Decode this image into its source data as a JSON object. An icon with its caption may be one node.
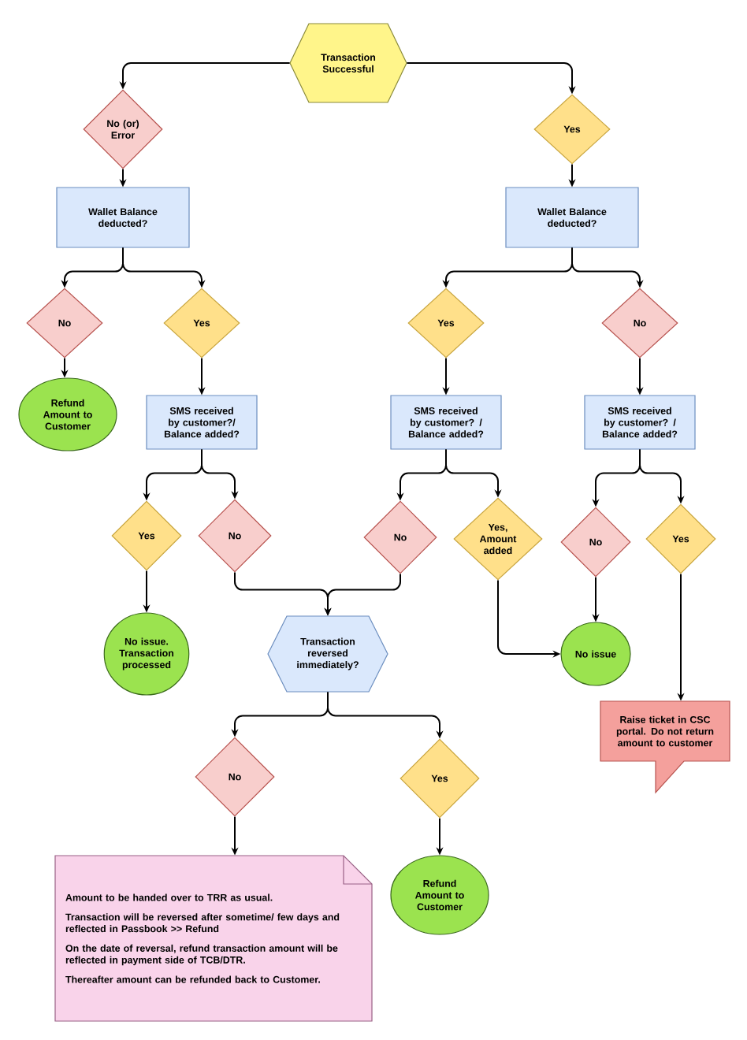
{
  "diagram": {
    "nodes": [
      {
        "text": [
          "Transaction Successful"
        ]
      },
      {
        "text": [
          "No (or) Error"
        ]
      },
      {
        "text": [
          "Yes"
        ]
      },
      {
        "text": [
          "Wallet Balance deducted?"
        ]
      },
      {
        "text": [
          "Wallet Balance deducted?"
        ]
      },
      {
        "text": [
          "No"
        ]
      },
      {
        "text": [
          "Yes"
        ]
      },
      {
        "text": [
          "Yes"
        ]
      },
      {
        "text": [
          "No"
        ]
      },
      {
        "text": [
          "Refund Amount to Customer"
        ]
      },
      {
        "text": [
          "SMS received by customer?/ Balance added?"
        ]
      },
      {
        "text": [
          "SMS received by customer? / Balance added?"
        ]
      },
      {
        "text": [
          "SMS received by customer? / Balance added?"
        ]
      },
      {
        "text": [
          "Yes"
        ]
      },
      {
        "text": [
          "No"
        ]
      },
      {
        "text": [
          "No"
        ]
      },
      {
        "text": [
          "Yes, Amount added"
        ]
      },
      {
        "text": [
          "No"
        ]
      },
      {
        "text": [
          "Yes"
        ]
      },
      {
        "text": [
          "No issue. Transaction processed"
        ]
      },
      {
        "text": [
          "Transaction reversed immediately?"
        ]
      },
      {
        "text": [
          "No issue"
        ]
      },
      {
        "text": [
          "Raise ticket in CSC portal. Do not return amount to customer"
        ]
      },
      {
        "text": [
          "No"
        ]
      },
      {
        "text": [
          "Yes"
        ]
      },
      {
        "text": [
          "Amount to be handed over to TRR as usual.",
          "Transaction will be reversed after sometime/ few days and reflected in Passbook >> Refund",
          "On the date of reversal, refund transaction amount will be reflected in payment side of TCB/DTR.",
          "Thereafter amount can be refunded back to Customer."
        ]
      },
      {
        "text": [
          "Refund Amount to Customer"
        ]
      }
    ],
    "edges": [
      {
        "from": 0,
        "to": 1,
        "arrow": "to"
      },
      {
        "from": 0,
        "to": 2,
        "arrow": "to"
      },
      {
        "from": 1,
        "to": 3,
        "arrow": "to"
      },
      {
        "from": 2,
        "to": 4,
        "arrow": "to"
      },
      {
        "from": 3,
        "to": 5,
        "arrow": "to"
      },
      {
        "from": 3,
        "to": 6,
        "arrow": "to"
      },
      {
        "from": 4,
        "to": 7,
        "arrow": "to"
      },
      {
        "from": 4,
        "to": 8,
        "arrow": "to"
      },
      {
        "from": 5,
        "to": 9,
        "arrow": "to"
      },
      {
        "from": 6,
        "to": 10,
        "arrow": "to"
      },
      {
        "from": 7,
        "to": 11,
        "arrow": "to"
      },
      {
        "from": 8,
        "to": 12,
        "arrow": "to"
      },
      {
        "from": 10,
        "to": 13,
        "arrow": "to"
      },
      {
        "from": 10,
        "to": 14,
        "arrow": "to"
      },
      {
        "from": 11,
        "to": 15,
        "arrow": "to"
      },
      {
        "from": 11,
        "to": 16,
        "arrow": "to"
      },
      {
        "from": 12,
        "to": 17,
        "arrow": "to"
      },
      {
        "from": 12,
        "to": 18,
        "arrow": "to"
      },
      {
        "from": 13,
        "to": 19,
        "arrow": "to"
      },
      {
        "from": 14,
        "to": 20,
        "arrow": "to"
      },
      {
        "from": 15,
        "to": 20,
        "arrow": "to"
      },
      {
        "from": 16,
        "to": 21,
        "arrow": "to"
      },
      {
        "from": 17,
        "to": 21,
        "arrow": "to"
      },
      {
        "from": 18,
        "to": 22,
        "arrow": "to"
      },
      {
        "from": 20,
        "to": 23,
        "arrow": "to"
      },
      {
        "from": 20,
        "to": 24,
        "arrow": "to"
      },
      {
        "from": 23,
        "to": 25,
        "arrow": "to"
      },
      {
        "from": 24,
        "to": 26,
        "arrow": "to"
      }
    ]
  }
}
